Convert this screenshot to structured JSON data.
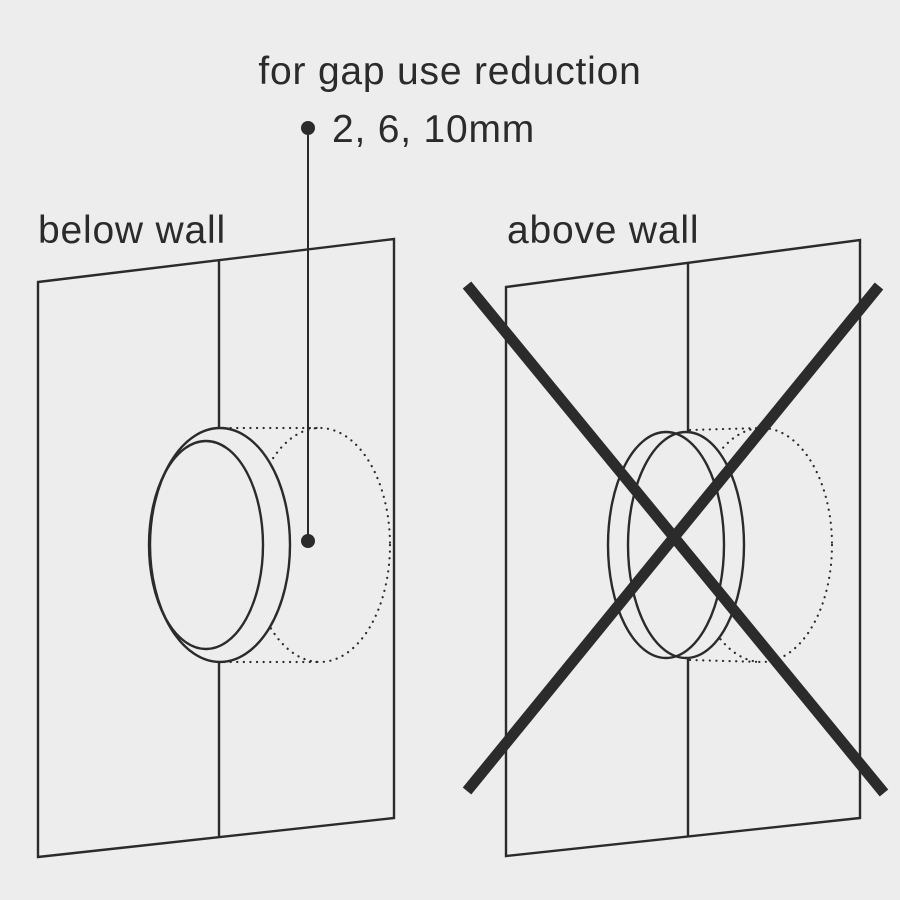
{
  "colors": {
    "background": "#ededed",
    "line": "#2b2b2b",
    "text": "#2b2b2b"
  },
  "annotation": {
    "title": "for gap use reduction",
    "sizes": "2, 6, 10mm"
  },
  "left_diagram": {
    "label": "below wall"
  },
  "right_diagram": {
    "label": "above wall"
  }
}
